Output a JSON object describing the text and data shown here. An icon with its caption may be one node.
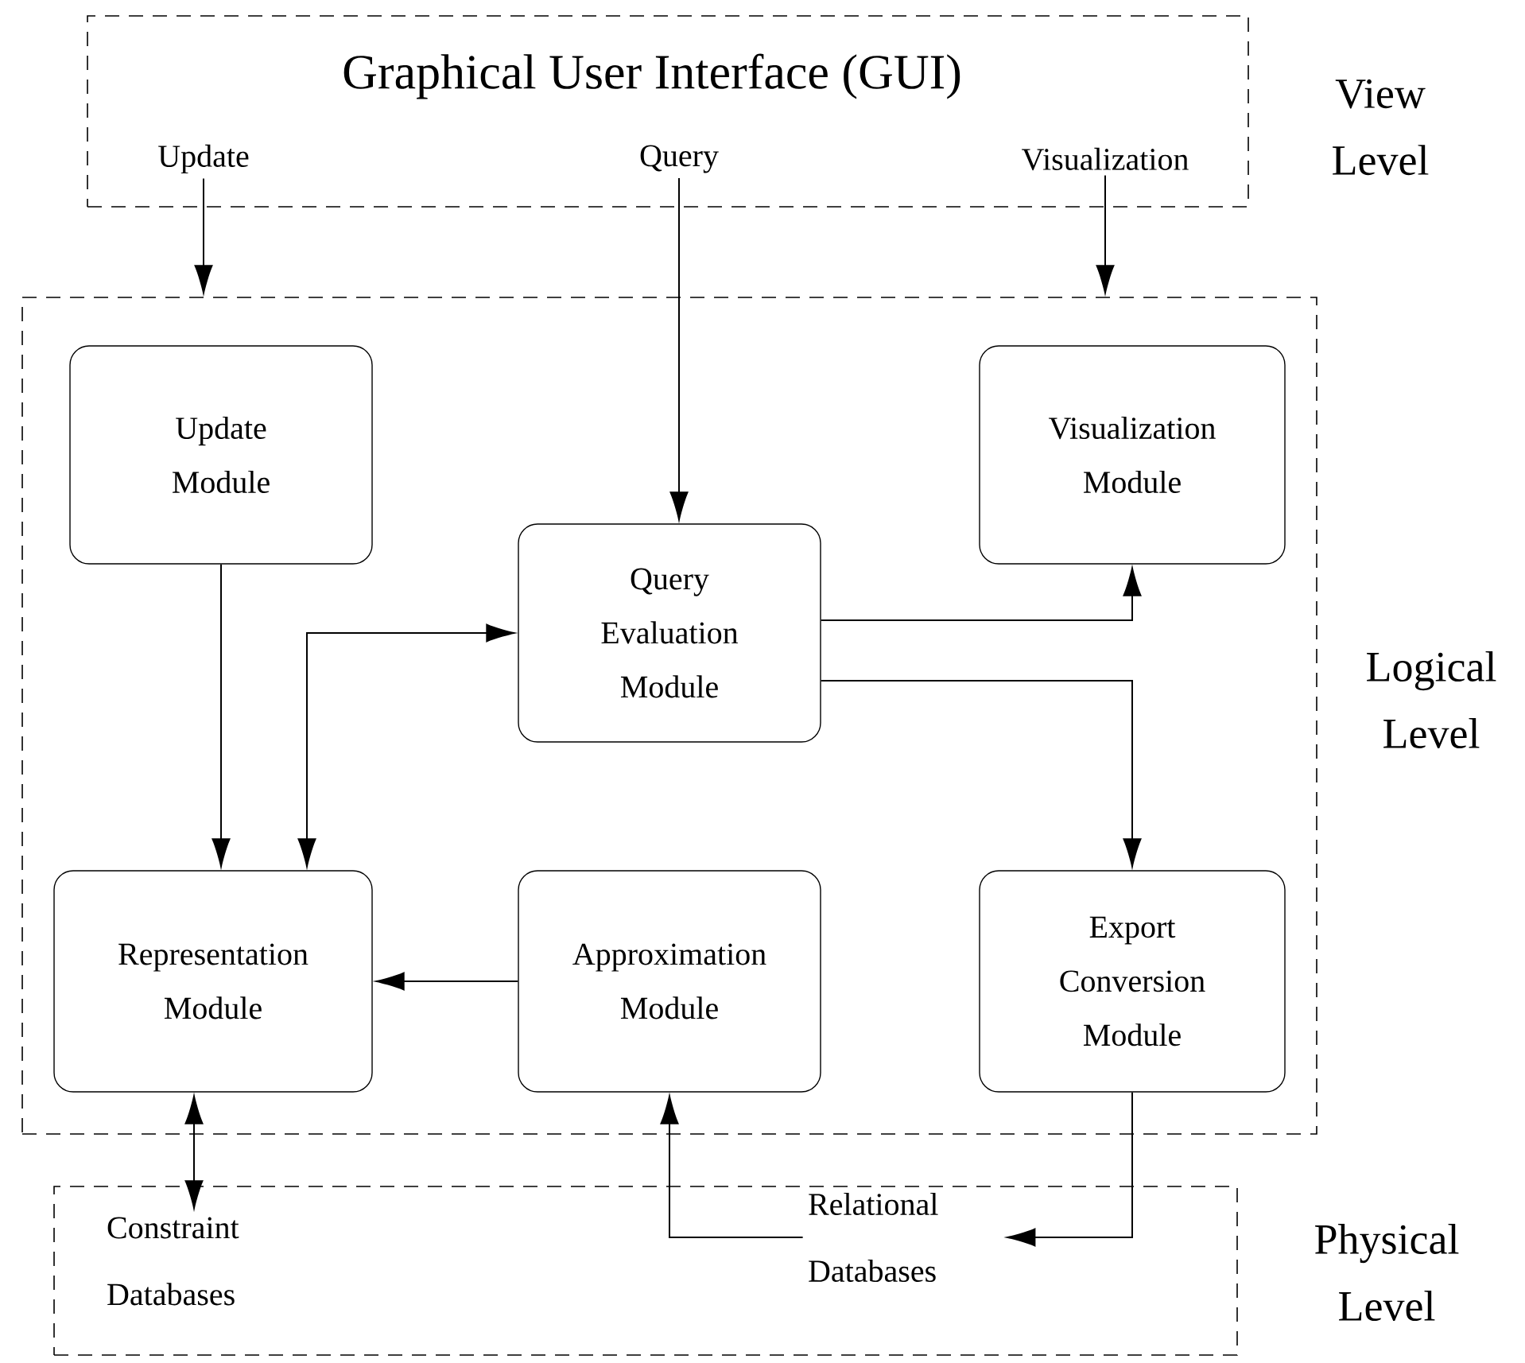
{
  "diagram": {
    "nodes": [
      {
        "text": [
          "Graphical User Interface (GUI)"
        ]
      },
      {
        "text": [
          "Update"
        ],
        "in": 0
      },
      {
        "text": [
          "Query"
        ],
        "in": 0
      },
      {
        "text": [
          "Visualization"
        ],
        "in": 0
      },
      {
        "text": [],
        "shape": "box"
      },
      {
        "text": [
          "Update Module"
        ],
        "in": 4
      },
      {
        "text": [
          "Visualization Module"
        ],
        "in": 4
      },
      {
        "text": [
          "Query Evaluation Module"
        ],
        "in": 4
      },
      {
        "text": [
          "Representation Module"
        ],
        "in": 4
      },
      {
        "text": [
          "Approximation Module"
        ],
        "in": 4
      },
      {
        "text": [
          "Export Conversion Module"
        ],
        "in": 4
      },
      {
        "text": [],
        "shape": "box"
      },
      {
        "text": [
          "Constraint Databases"
        ],
        "in": 11
      },
      {
        "text": [
          "Relational Databases"
        ],
        "in": 11
      }
    ],
    "edges": [
      {
        "from": 1,
        "to": 4,
        "arrow": "to"
      },
      {
        "from": 2,
        "to": 7,
        "arrow": "to"
      },
      {
        "from": 3,
        "to": 4,
        "arrow": "to"
      },
      {
        "from": 5,
        "to": 8,
        "arrow": "to"
      },
      {
        "from": 7,
        "to": 8,
        "arrow": "both"
      },
      {
        "from": 7,
        "to": 6,
        "arrow": "to"
      },
      {
        "from": 7,
        "to": 10,
        "arrow": "to"
      },
      {
        "from": 9,
        "to": 8,
        "arrow": "to"
      },
      {
        "from": 8,
        "to": 12,
        "arrow": "both"
      },
      {
        "from": 13,
        "to": 9,
        "arrow": "to"
      },
      {
        "from": 10,
        "to": 13,
        "arrow": "to"
      }
    ],
    "labels": [
      "View Level",
      "Logical Level",
      "Physical Level"
    ]
  }
}
